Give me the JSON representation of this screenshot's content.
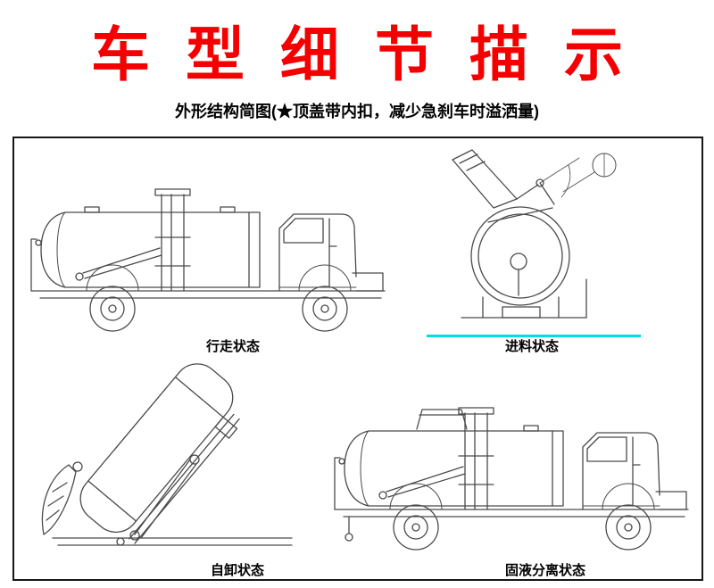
{
  "title": "车型细节描示",
  "subtitle": "外形结构简图(★顶盖带内扣，减少急刹车时溢洒量)",
  "diagrams": [
    {
      "id": "travel",
      "label": "行走状态"
    },
    {
      "id": "feeding",
      "label": "进料状态"
    },
    {
      "id": "dumping",
      "label": "自卸状态"
    },
    {
      "id": "separation",
      "label": "固液分离状态"
    }
  ],
  "colors": {
    "title_red": "#f50000",
    "text_black": "#000000",
    "cyan_divider": "#00dede",
    "line_art_gray": "#4a4a4a",
    "frame_border": "#161616"
  }
}
